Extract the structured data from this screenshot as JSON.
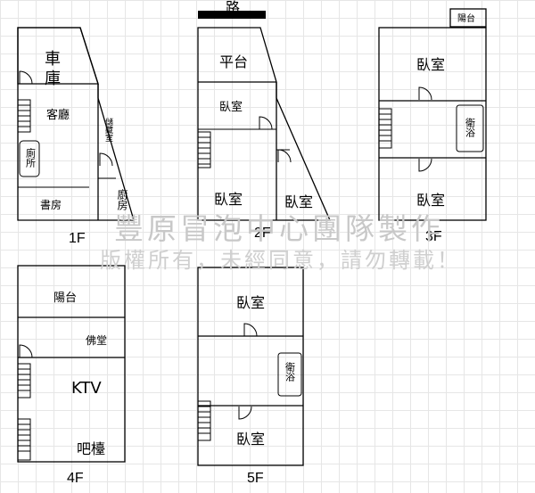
{
  "road": "路",
  "floors": {
    "f1": {
      "label": "1F",
      "garage": "車\n庫",
      "living": "客廳",
      "storage": "儲藏室",
      "toilet": "廁所",
      "study": "書房",
      "kitchen": "廚房"
    },
    "f2": {
      "label": "2F",
      "terrace": "平台",
      "bedroom_upper": "臥室",
      "bedroom_lower": "臥室",
      "bedroom_side": "臥室"
    },
    "f3": {
      "label": "3F",
      "balcony": "陽台",
      "bedroom_upper": "臥室",
      "bath": "衛浴",
      "bedroom_lower": "臥室"
    },
    "f4": {
      "label": "4F",
      "balcony": "陽台",
      "shrine": "佛堂",
      "ktv": "KTV",
      "bar": "吧檯"
    },
    "f5": {
      "label": "5F",
      "bedroom_upper": "臥室",
      "bath": "衛浴",
      "bedroom_lower": "臥室"
    }
  },
  "watermark": {
    "line1": "豐原冒泡中心團隊製作",
    "line2": "版權所有，未經同意，請勿轉載！"
  }
}
